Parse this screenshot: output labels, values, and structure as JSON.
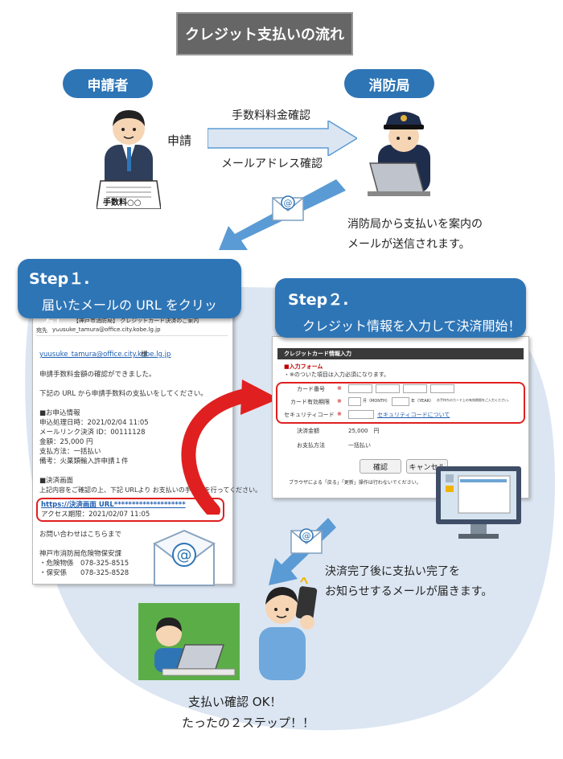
{
  "title": "クレジット支払いの流れ",
  "actors": {
    "applicant": "申請者",
    "fire_dept": "消防局"
  },
  "applicant_action": "申請",
  "document_label": "手数料○○",
  "checks": [
    "手数料料金確認",
    "メールアドレス確認"
  ],
  "send_note": [
    "消防局から支払いを案内の",
    "メールが送信されます。"
  ],
  "step1": {
    "title": "Step１.",
    "text": "届いたメールの URL をクリック！",
    "email": {
      "subject": "【神戸市消防局】 クレジットカード決済のご案内",
      "to_label": "宛先",
      "to_address": "yuusuke_tamura@office.city.kobe.lg.jp",
      "recipient_link": "yuusuke_tamura@office.city.kobe.lg.jp",
      "recipient_suffix": "様",
      "body_lines": [
        "申請手数料金額の確認ができました。",
        "下記の URL から申請手数料の支払いをしてください。",
        "■お申込情報",
        "申込処理日時：2021/02/04 11:05",
        "メールリンク決済 ID：00111128",
        "金額：25,000 円",
        "支払方法：一括払い",
        "備考：火薬類輸入許申請１件",
        "■決済画面",
        "上記内容をご確認の上、下記 URLより お支払いの手続きを行ってください。"
      ],
      "url_text": "https://決済画面 URL********************",
      "access_limit": "アクセス期限：2021/02/07 11:05",
      "inquiry": "お問い合わせはこちらまで",
      "contact_lines": [
        "神戸市消防局危険物保安課",
        "・危険物係　078-325-8515",
        "・保安係　　078-325-8528"
      ]
    }
  },
  "step2": {
    "title": "Step２.",
    "text": "クレジット情報を入力して決済開始！",
    "form": {
      "header": "クレジットカード情報入力",
      "section": "■入力フォーム",
      "note": "・※のついた項目は入力必須になります。",
      "card_number_label": "カード番号",
      "expiry_label": "カード有効期限",
      "expiry_month_unit": "月（MONTH）",
      "expiry_year_unit": "年（YEAR）",
      "expiry_hint": "お手持ちのカード上の有効期限をご入力ください。",
      "security_label": "セキュリティコード",
      "security_link": "セキュリティコードについて",
      "required_mark": "※",
      "amount_label": "決済金額",
      "amount_value": "25,000　円",
      "method_label": "お支払方法",
      "method_value": "一括払い",
      "confirm_button": "確認",
      "cancel_button": "キャンセル",
      "browser_note": "ブラウザによる「戻る」「更新」操作は行わないでください。"
    }
  },
  "completion_note": [
    "決済完了後に支払い完了を",
    "お知らせするメールが届きます。"
  ],
  "final": [
    "支払い確認 OK！",
    "たったの２ステップ！！"
  ],
  "colors": {
    "accent": "#2E75B6",
    "highlight": "#E02020",
    "background_blob": "#DCE6F2",
    "arrow": "#5B9BD5"
  }
}
